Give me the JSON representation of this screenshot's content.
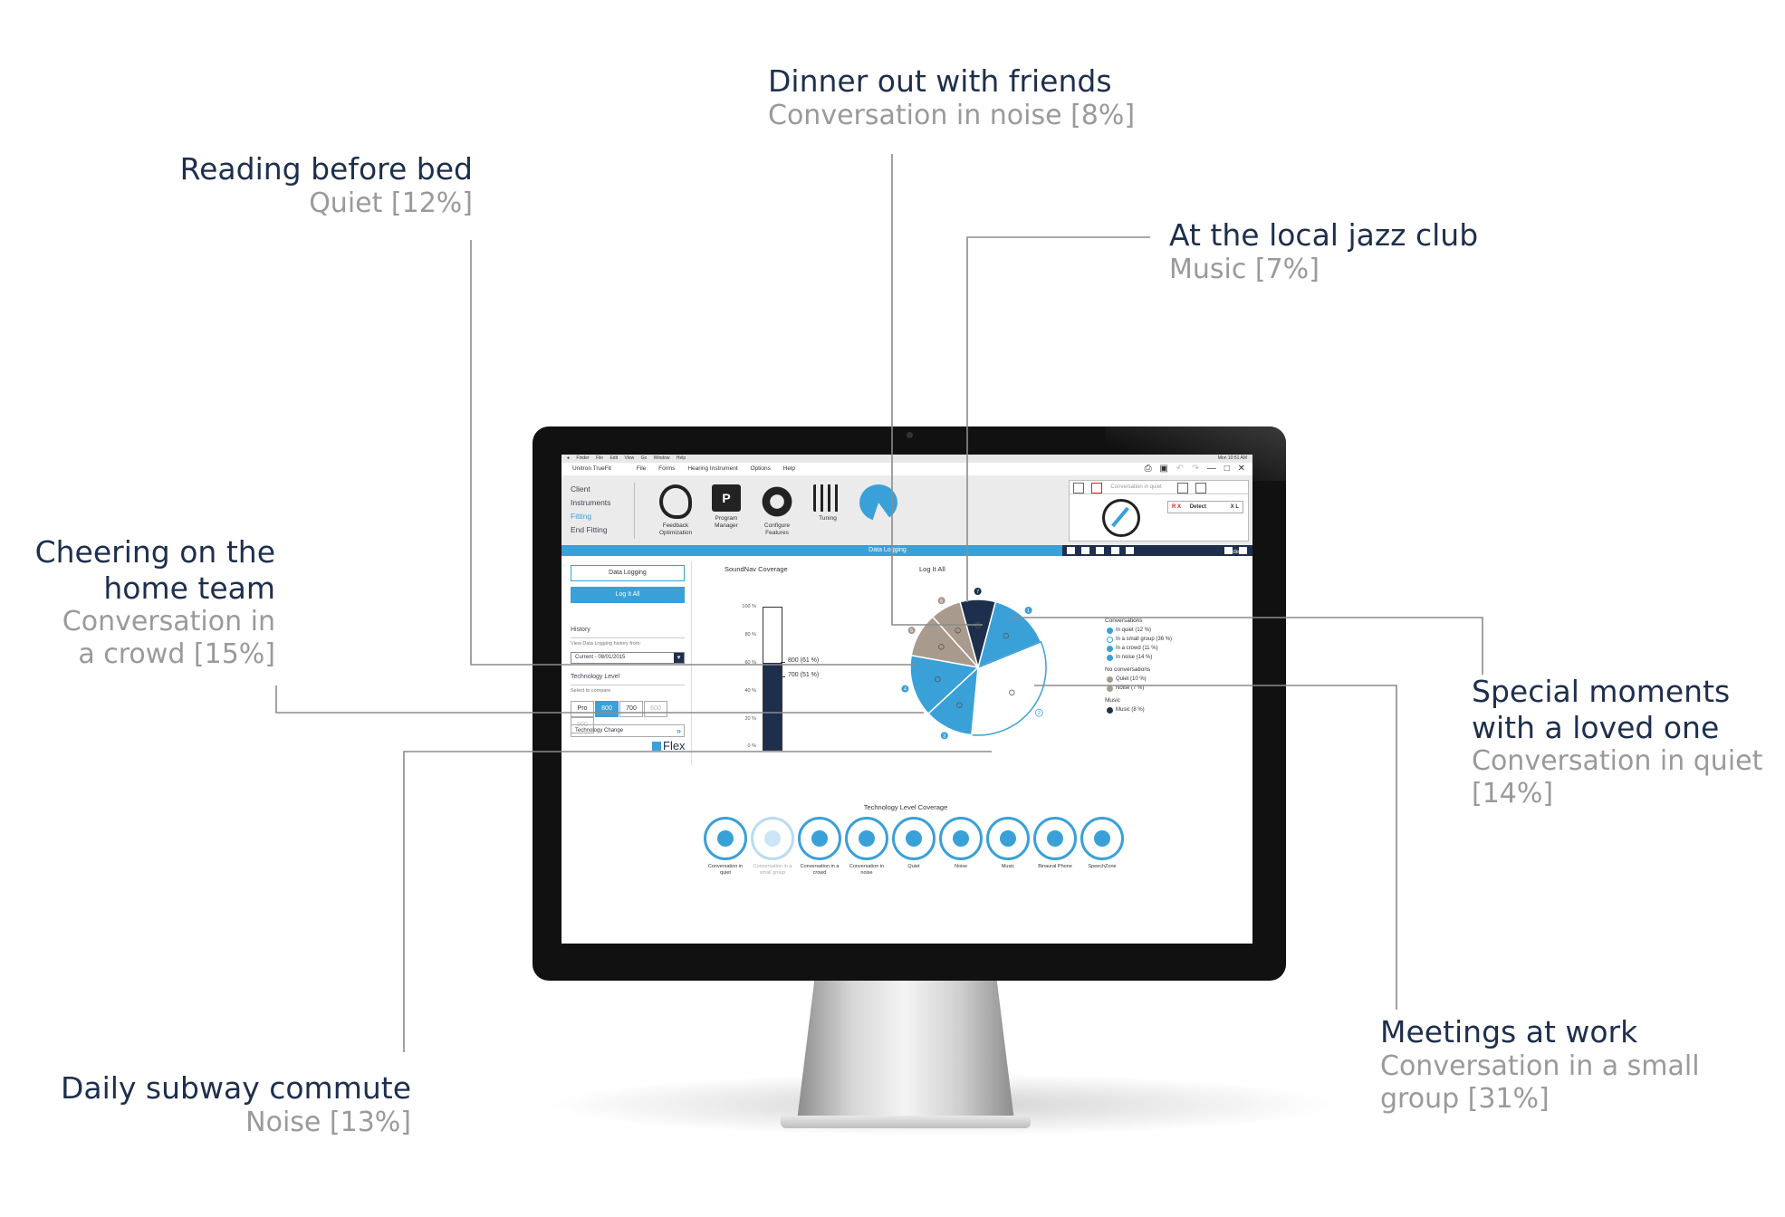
{
  "callouts": [
    {
      "title": "Dinner out with friends",
      "subtitle": "Conversation in noise [8%]"
    },
    {
      "title": "Reading before bed",
      "subtitle": "Quiet [12%]"
    },
    {
      "title": "At the local jazz club",
      "subtitle": "Music [7%]"
    },
    {
      "title_lines": [
        "Cheering on the",
        "home team"
      ],
      "subtitle_lines": [
        "Conversation in",
        "a crowd [15%]"
      ]
    },
    {
      "title_lines": [
        "Special moments",
        "with a loved one"
      ],
      "subtitle_lines": [
        "Conversation in quiet",
        "[14%]"
      ]
    },
    {
      "title": "Meetings at work",
      "subtitle_lines": [
        "Conversation in a small",
        "group [31%]"
      ]
    },
    {
      "title": "Daily subway commute",
      "subtitle": "Noise [13%]"
    }
  ],
  "app": {
    "name": "Unitron TrueFit",
    "menus": [
      "File",
      "Forms",
      "Hearing Instrument",
      "Options",
      "Help"
    ],
    "mac_menu": [
      "Finder",
      "File",
      "Edit",
      "View",
      "Go",
      "Window",
      "Help"
    ],
    "mac_clock": "Mon 10:51 AM",
    "nav": [
      "Client",
      "Instruments",
      "Fitting",
      "End Fitting"
    ],
    "nav_active": "Fitting",
    "tools": [
      {
        "label_lines": [
          "Feedback",
          "Optimization"
        ],
        "icon": "ear-icon"
      },
      {
        "label_lines": [
          "Program",
          "Manager"
        ],
        "icon": "program-manager-icon"
      },
      {
        "label_lines": [
          "Configure",
          "Features"
        ],
        "icon": "gear-icon"
      },
      {
        "label_lines": [
          "Tuning"
        ],
        "icon": "tuning-icon"
      },
      {
        "label_lines": [],
        "icon": "data-logging-icon"
      }
    ],
    "status": {
      "program_name": "Conversation in quiet",
      "rx": "R X",
      "detect": "Detect",
      "xl": "X L"
    },
    "section_title": "Data Logging",
    "guided_fitting": "Guided Fitting",
    "accent": "#3aa0d8",
    "navy": "#1e2f4d"
  },
  "left_panel": {
    "data_logging_btn": "Data Logging",
    "log_it_all_btn": "Log It All",
    "history_label": "History",
    "history_sub": "View Data Logging history from:",
    "history_value": "Current - 08/01/2015",
    "tech_label": "Technology Level",
    "tech_sub": "Select to compare",
    "tech_levels": [
      "Pro",
      "800",
      "700",
      "600",
      "500"
    ],
    "tech_selected": "800",
    "tech_change": "Technology Change",
    "flex": "Flex"
  },
  "coverage": {
    "title": "SoundNav Coverage",
    "ticks": [
      "100 %",
      "80 %",
      "60 %",
      "40 %",
      "20 %",
      "0 %"
    ],
    "levels": [
      {
        "label": "800 (61 %)",
        "value": 61
      },
      {
        "label": "700 (51 %)",
        "value": 51
      }
    ]
  },
  "chart_data": {
    "type": "pie",
    "title": "Log It All",
    "slices": [
      {
        "marker": "1",
        "value": 14,
        "color": "#3aa0d8"
      },
      {
        "marker": "2",
        "value": 31,
        "color": "#ffffff"
      },
      {
        "marker": "3",
        "value": 11,
        "color": "#3aa0d8"
      },
      {
        "marker": "4",
        "value": 14,
        "color": "#3aa0d8"
      },
      {
        "marker": "5",
        "value": 10,
        "color": "#a89a8c"
      },
      {
        "marker": "6",
        "value": 7,
        "color": "#a89a8c"
      },
      {
        "marker": "7",
        "value": 8,
        "color": "#1e2f4d"
      }
    ]
  },
  "legend": {
    "conversations_head": "Conversations",
    "conversations": [
      {
        "label": "In quiet (12 %)",
        "color": "#3aa0d8"
      },
      {
        "label": "In a small group (36 %)",
        "color": "#ffffff"
      },
      {
        "label": "In a crowd (11 %)",
        "color": "#3aa0d8"
      },
      {
        "label": "In noise (14 %)",
        "color": "#3aa0d8"
      }
    ],
    "no_conv_head": "No conversations",
    "no_conversations": [
      {
        "label": "Quiet (10 %)",
        "color": "#a89a8c"
      },
      {
        "label": "Noise (7 %)",
        "color": "#a89a8c"
      }
    ],
    "music_head": "Music",
    "music": [
      {
        "label": "Music (8 %)",
        "color": "#1e2f4d"
      }
    ]
  },
  "tech_coverage": {
    "title": "Technology Level Coverage",
    "items": [
      {
        "label_lines": [
          "Conversation in",
          "quiet"
        ],
        "dim": false
      },
      {
        "label_lines": [
          "Conversation in a",
          "small group"
        ],
        "dim": true
      },
      {
        "label_lines": [
          "Conversation in a",
          "crowd"
        ],
        "dim": false
      },
      {
        "label_lines": [
          "Conversation in",
          "noise"
        ],
        "dim": false
      },
      {
        "label_lines": [
          "Quiet"
        ],
        "dim": false
      },
      {
        "label_lines": [
          "Noise"
        ],
        "dim": false
      },
      {
        "label_lines": [
          "Music"
        ],
        "dim": false
      },
      {
        "label_lines": [
          "Binaural Phone"
        ],
        "dim": false
      },
      {
        "label_lines": [
          "SpeechZone"
        ],
        "dim": false
      }
    ]
  }
}
